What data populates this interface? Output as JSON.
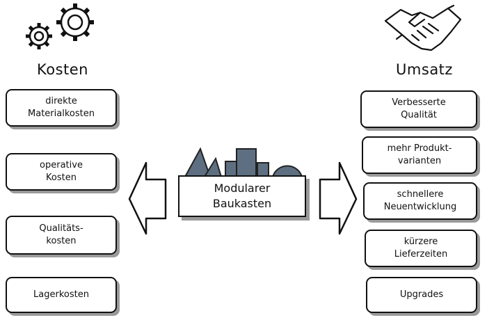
{
  "left": {
    "title": "Kosten",
    "icon": "gears-icon",
    "items": [
      "direkte\nMaterialkosten",
      "operative\nKosten",
      "Qualitäts-\nkosten",
      "Lagerkosten"
    ]
  },
  "center": {
    "label": "Modularer\nBaukasten",
    "icon": "building-blocks-icon",
    "block_color": "#5e6f82"
  },
  "right": {
    "title": "Umsatz",
    "icon": "handshake-icon",
    "items": [
      "Verbesserte\nQualität",
      "mehr Produkt-\nvarianten",
      "schnellere\nNeuentwicklung",
      "kürzere\nLieferzeiten",
      "Upgrades"
    ]
  }
}
